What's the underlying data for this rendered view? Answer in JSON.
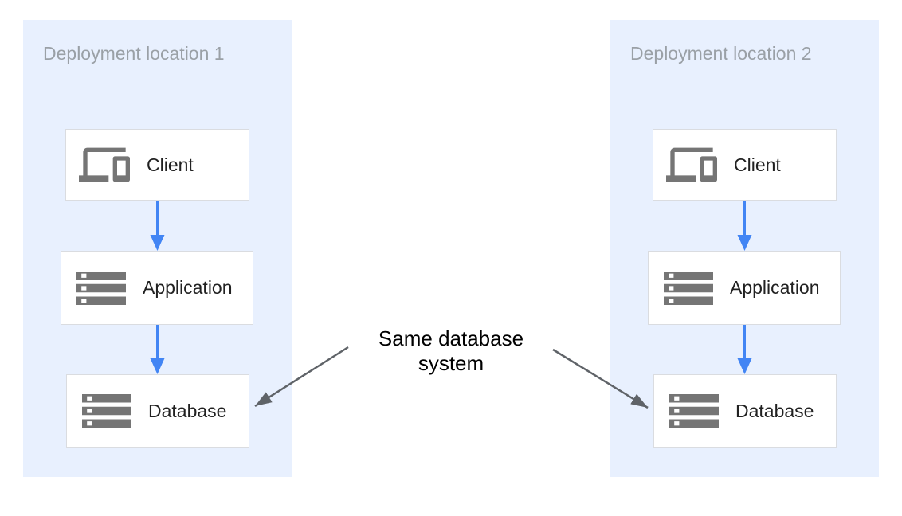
{
  "diagram": {
    "panels": [
      {
        "title": "Deployment location 1",
        "nodes": [
          {
            "label": "Client",
            "icon": "devices-icon"
          },
          {
            "label": "Application",
            "icon": "server-stack-icon"
          },
          {
            "label": "Database",
            "icon": "server-stack-icon"
          }
        ]
      },
      {
        "title": "Deployment location 2",
        "nodes": [
          {
            "label": "Client",
            "icon": "devices-icon"
          },
          {
            "label": "Application",
            "icon": "server-stack-icon"
          },
          {
            "label": "Database",
            "icon": "server-stack-icon"
          }
        ]
      }
    ],
    "annotation": {
      "label": "Same database system"
    },
    "colors": {
      "panel_background": "#e8f0fe",
      "panel_title_text": "#9aa0a6",
      "node_background": "#ffffff",
      "node_border": "#dadce0",
      "node_label_text": "#212121",
      "icon_gray": "#757575",
      "flow_arrow_blue": "#4285f4",
      "pointer_arrow_gray": "#5f6368",
      "annotation_text": "#000000"
    }
  }
}
